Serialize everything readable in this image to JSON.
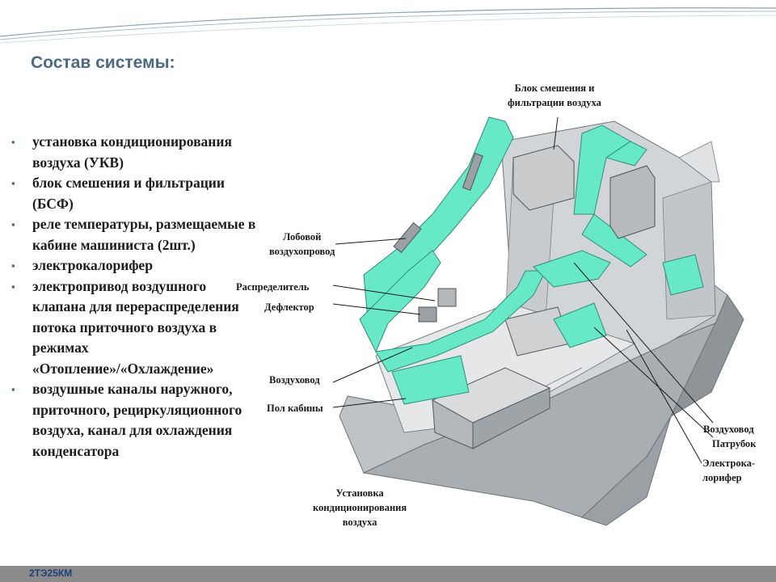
{
  "slide": {
    "title": "Состав системы:",
    "bullets": [
      "установка кондиционирования воздуха (УКВ)",
      "блок смешения и фильтрации (БСФ)",
      "реле температуры, размещаемые в кабине машиниста (2шт.)",
      "электрокалорифер",
      "электропривод воздушного клапана для перераспределения потока приточного воздуха в режимах «Отопление»/«Охлаждение»",
      "воздушные каналы наружного, приточного, рециркуляционного воздуха, канал для охлаждения конденсатора"
    ],
    "footer": "2ТЭ25КМ"
  },
  "diagram": {
    "labels": {
      "bsf_line1": "Блок смешения и",
      "bsf_line2": "фильтрации воздуха",
      "lobovoy_line1": "Лобовой",
      "lobovoy_line2": "воздухопровод",
      "raspredelitel": "Распределитель",
      "deflektor": "Дефлектор",
      "vozduhovod": "Воздуховод",
      "pol_kabiny": "Пол кабины",
      "vozduhovod_right": "Воздуховод",
      "patrubok": "Патрубок",
      "elektro_line1": "Электрока-",
      "elektro_line2": "лорифер",
      "ukv_line1": "Установка",
      "ukv_line2": "кондиционирования",
      "ukv_line3": "воздуха"
    }
  },
  "colors": {
    "title": "#4a6a86",
    "duct": "#67e8c6",
    "footer_bg": "#8b8b8b",
    "footer_text": "#1f3f78"
  }
}
